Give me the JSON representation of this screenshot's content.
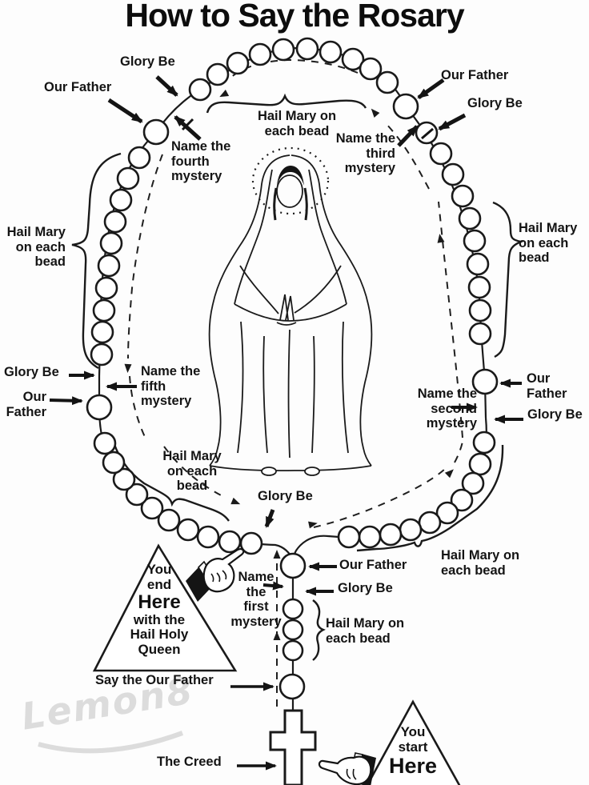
{
  "title": "How to Say the Rosary",
  "watermark": "Lemon8",
  "labels": {
    "glory_top_left": "Glory Be",
    "our_father_top_left": "Our Father",
    "name_fourth": "Name the\nfourth\nmystery",
    "hail_mary_top": "Hail Mary on\neach bead",
    "our_father_top_right": "Our Father",
    "glory_top_right": "Glory Be",
    "name_third": "Name the\nthird\nmystery",
    "hail_mary_left": "Hail Mary\non each\nbead",
    "hail_mary_right": "Hail Mary\non each\nbead",
    "glory_left": "Glory Be",
    "our_father_left": "Our\nFather",
    "name_fifth": "Name the\nfifth\nmystery",
    "our_father_right": "Our\nFather",
    "name_second": "Name the\nsecond\nmystery",
    "glory_right": "Glory Be",
    "hail_mary_bottom_left": "Hail Mary\non each\nbead",
    "glory_bottom": "Glory Be",
    "hail_mary_bottom_right": "Hail Mary on\neach bead",
    "our_father_pendant": "Our Father",
    "glory_pendant": "Glory Be",
    "name_first": "Name\nthe\nfirst\nmystery",
    "hail_mary_pendant": "Hail Mary on\neach bead",
    "say_our_father": "Say the Our Father",
    "the_creed": "The Creed"
  },
  "end_marker": {
    "line1": "You",
    "line2": "end",
    "line3": "Here",
    "line4": "with the",
    "line5": "Hail Holy",
    "line6": "Queen"
  },
  "start_marker": {
    "line1": "You",
    "line2": "start",
    "line3": "Here"
  },
  "colors": {
    "ink": "#1a1a1a",
    "background": "#fdfdfd",
    "watermark": "#dcdcdc"
  }
}
